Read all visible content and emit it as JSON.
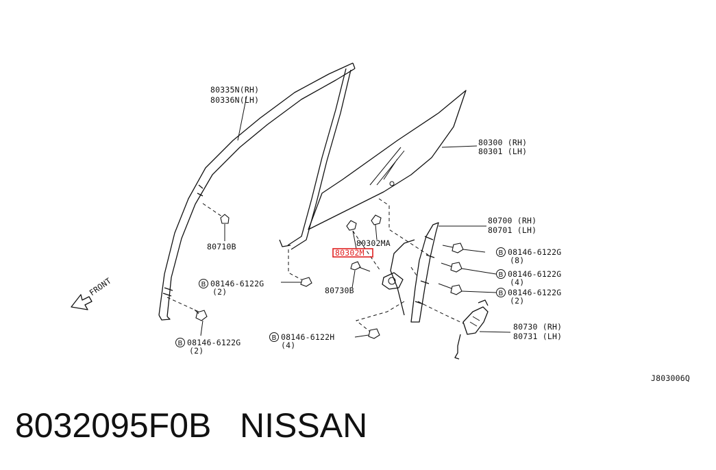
{
  "labels": {
    "sash_rh": "80335N(RH)",
    "sash_lh": "80336N(LH)",
    "glass_rh": "80300 (RH)",
    "glass_lh": "80301 (LH)",
    "clip_a": "80302MA",
    "clip_b": "80302M",
    "regulator_rh": "80700 (RH)",
    "regulator_lh": "80701 (LH)",
    "bolt1_part": "08146-6122G",
    "bolt1_qty": "(8)",
    "bolt2_part": "08146-6122G",
    "bolt2_qty": "(4)",
    "bolt3_part": "08146-6122G",
    "bolt3_qty": "(2)",
    "motor_rh": "80730 (RH)",
    "motor_lh": "80731 (LH)",
    "clip_80730b": "80730B",
    "bolt_h_part": "08146-6122H",
    "bolt_h_qty": "(4)",
    "bolt_left_part": "08146-6122G",
    "bolt_left_qty": "(2)",
    "bolt_bottom_part": "08146-6122G",
    "bolt_bottom_qty": "(2)",
    "clip_80710b": "80710B",
    "front": "FRONT",
    "diagram_code": "J803006Q",
    "circle_marker": "B"
  },
  "highlight_color": "#e02020",
  "footer": {
    "part_number": "8032095F0B",
    "brand": "NISSAN"
  }
}
